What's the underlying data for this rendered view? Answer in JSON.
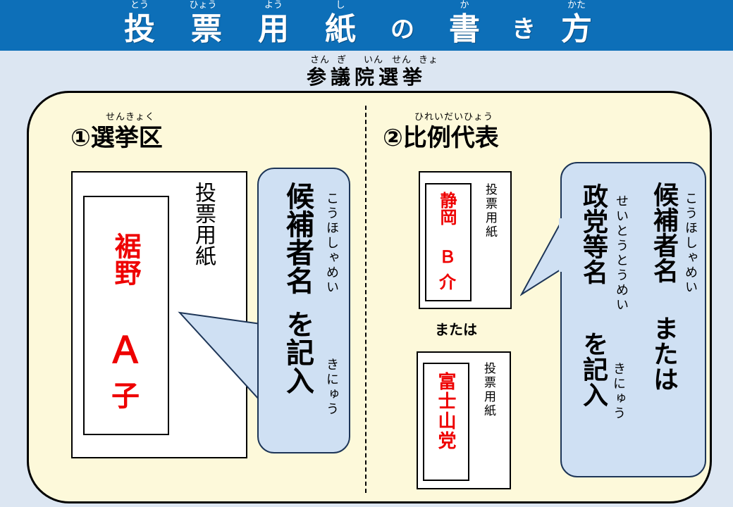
{
  "header": {
    "title_chars": [
      "投",
      "票",
      "用",
      "紙",
      "の",
      "書",
      "き",
      "方"
    ],
    "ruby": [
      "とう",
      "ひょう",
      "よう",
      "し",
      "か",
      "かた"
    ]
  },
  "subtitle": {
    "text": "参議院選挙",
    "ruby": [
      "さん",
      "ぎ",
      "いん",
      "せん",
      "きょ"
    ]
  },
  "section1": {
    "heading": "①選挙区",
    "heading_ruby": "せんきょく",
    "ballot_label": "投票用紙",
    "candidate_surname": "裾野",
    "candidate_given_1": "Ａ",
    "candidate_given_2": "子",
    "bubble_text_1": "候補者名",
    "bubble_ruby_1": "こうほしゃめい",
    "bubble_text_2": "を記入",
    "bubble_ruby_2": "きにゅう"
  },
  "section2": {
    "heading": "②比例代表",
    "heading_ruby": "ひれいだいひょう",
    "ballot1_label": "投票用紙",
    "ballot1_name_1": "静岡",
    "ballot1_name_2": "Ｂ",
    "ballot1_name_3": "介",
    "or_text": "または",
    "ballot2_label": "投票用紙",
    "ballot2_name": "富士山党",
    "bubble_line1": "候補者名",
    "bubble_line1_ruby": "こうほしゃめい",
    "bubble_line1_suffix": "または",
    "bubble_line2": "政党等名",
    "bubble_line2_ruby": "せいとうとうめい",
    "bubble_line2_suffix": "を記入",
    "bubble_line2_suffix_ruby": "きにゅう"
  },
  "colors": {
    "banner": "#0d6fb8",
    "background": "#dce6f2",
    "panel": "#fdf9da",
    "bubble": "#cfe0f3",
    "candidate_text": "#ee0000"
  }
}
